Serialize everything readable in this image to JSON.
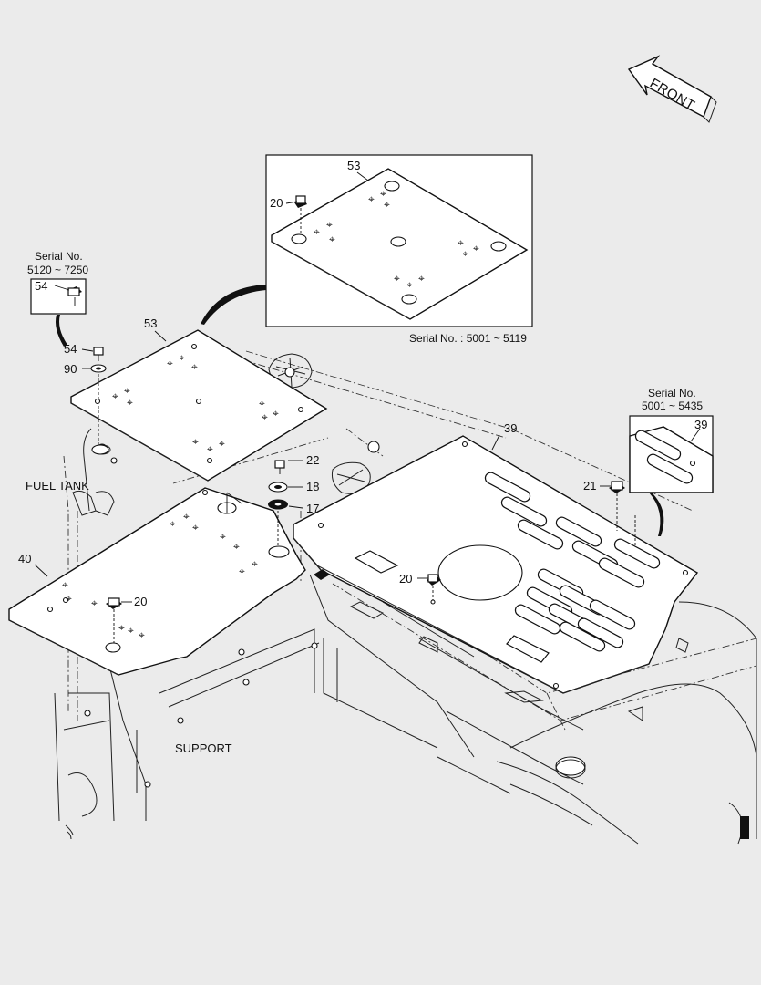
{
  "labels": {
    "front": "FRONT",
    "fuel_tank": "FUEL TANK",
    "support": "SUPPORT",
    "serial_no": "Serial No.",
    "serial_range_left": "5120 ~ 7250",
    "serial_range_right": "5001 ~ 5435",
    "serial_caption_inset": "Serial No. : 5001 ~ 5119"
  },
  "callouts": {
    "inset_plate": "53",
    "inset_bolt": "20",
    "left_inset_bolt": "54",
    "upper_plate": "53",
    "upper_bolt": "54",
    "upper_washer": "90",
    "bolt_22": "22",
    "washer_18": "18",
    "washer_17": "17",
    "left_plate": "40",
    "left_plate_bolt": "20",
    "right_plate": "39",
    "right_plate_bolt_21": "21",
    "right_plate_bolt_20": "20",
    "right_inset_plate": "39"
  }
}
